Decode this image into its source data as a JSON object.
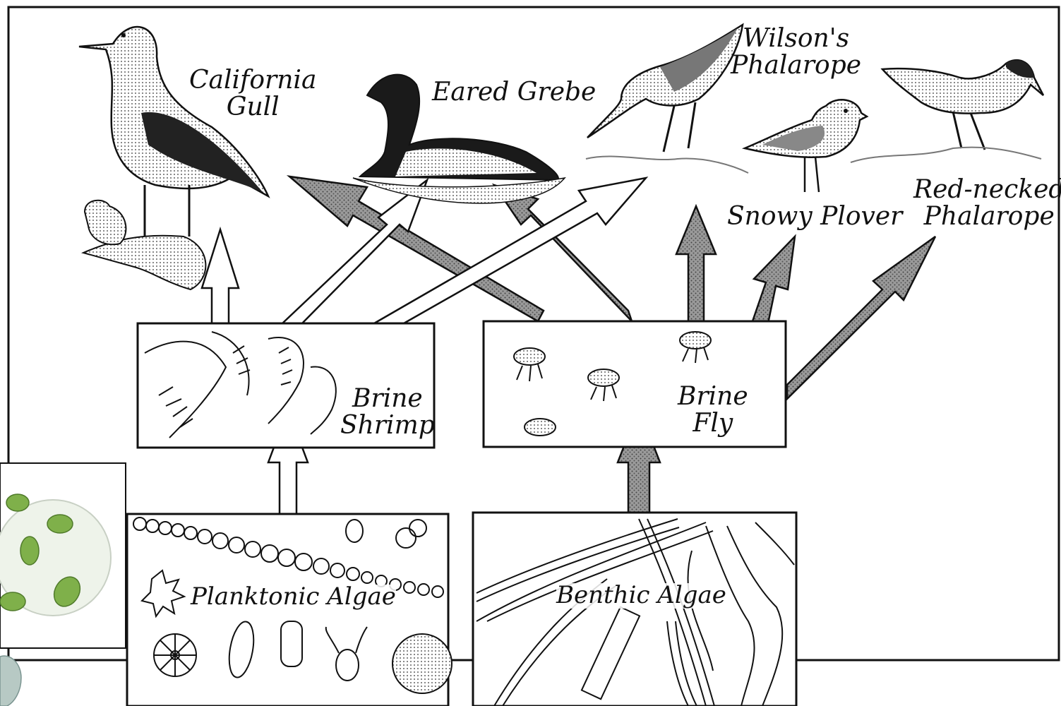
{
  "labels": {
    "california_gull": [
      "California",
      "Gull"
    ],
    "eared_grebe": "Eared Grebe",
    "wilsons_phalarope": [
      "Wilson's",
      "Phalarope"
    ],
    "snowy_plover": "Snowy Plover",
    "red_necked_phalarope": [
      "Red-necked",
      "Phalarope"
    ],
    "brine_shrimp": [
      "Brine",
      "Shrimp"
    ],
    "brine_fly": [
      "Brine",
      "Fly"
    ],
    "planktonic_algae": "Planktonic Algae",
    "benthic_algae": "Benthic Algae"
  },
  "links": [
    {
      "from": "Planktonic Algae",
      "to": "Brine Shrimp",
      "style": "white"
    },
    {
      "from": "Benthic Algae",
      "to": "Brine Fly",
      "style": "shaded"
    },
    {
      "from": "Brine Shrimp",
      "to": "California Gull",
      "style": "white"
    },
    {
      "from": "Brine Shrimp",
      "to": "Eared Grebe",
      "style": "white"
    },
    {
      "from": "Brine Shrimp",
      "to": "Wilson's Phalarope",
      "style": "white"
    },
    {
      "from": "Brine Fly",
      "to": "California Gull",
      "style": "shaded"
    },
    {
      "from": "Brine Fly",
      "to": "Eared Grebe",
      "style": "shaded"
    },
    {
      "from": "Brine Fly",
      "to": "Wilson's Phalarope",
      "style": "shaded"
    },
    {
      "from": "Brine Fly",
      "to": "Snowy Plover",
      "style": "shaded"
    },
    {
      "from": "Brine Fly",
      "to": "Red-necked Phalarope",
      "style": "shaded"
    }
  ],
  "colors": {
    "ink": "#111111",
    "shaded_arrow": "#8f8f8f",
    "white_arrow": "#ffffff",
    "algae_cell": "#7fb04a",
    "algae_bg": "#eef3ea"
  }
}
